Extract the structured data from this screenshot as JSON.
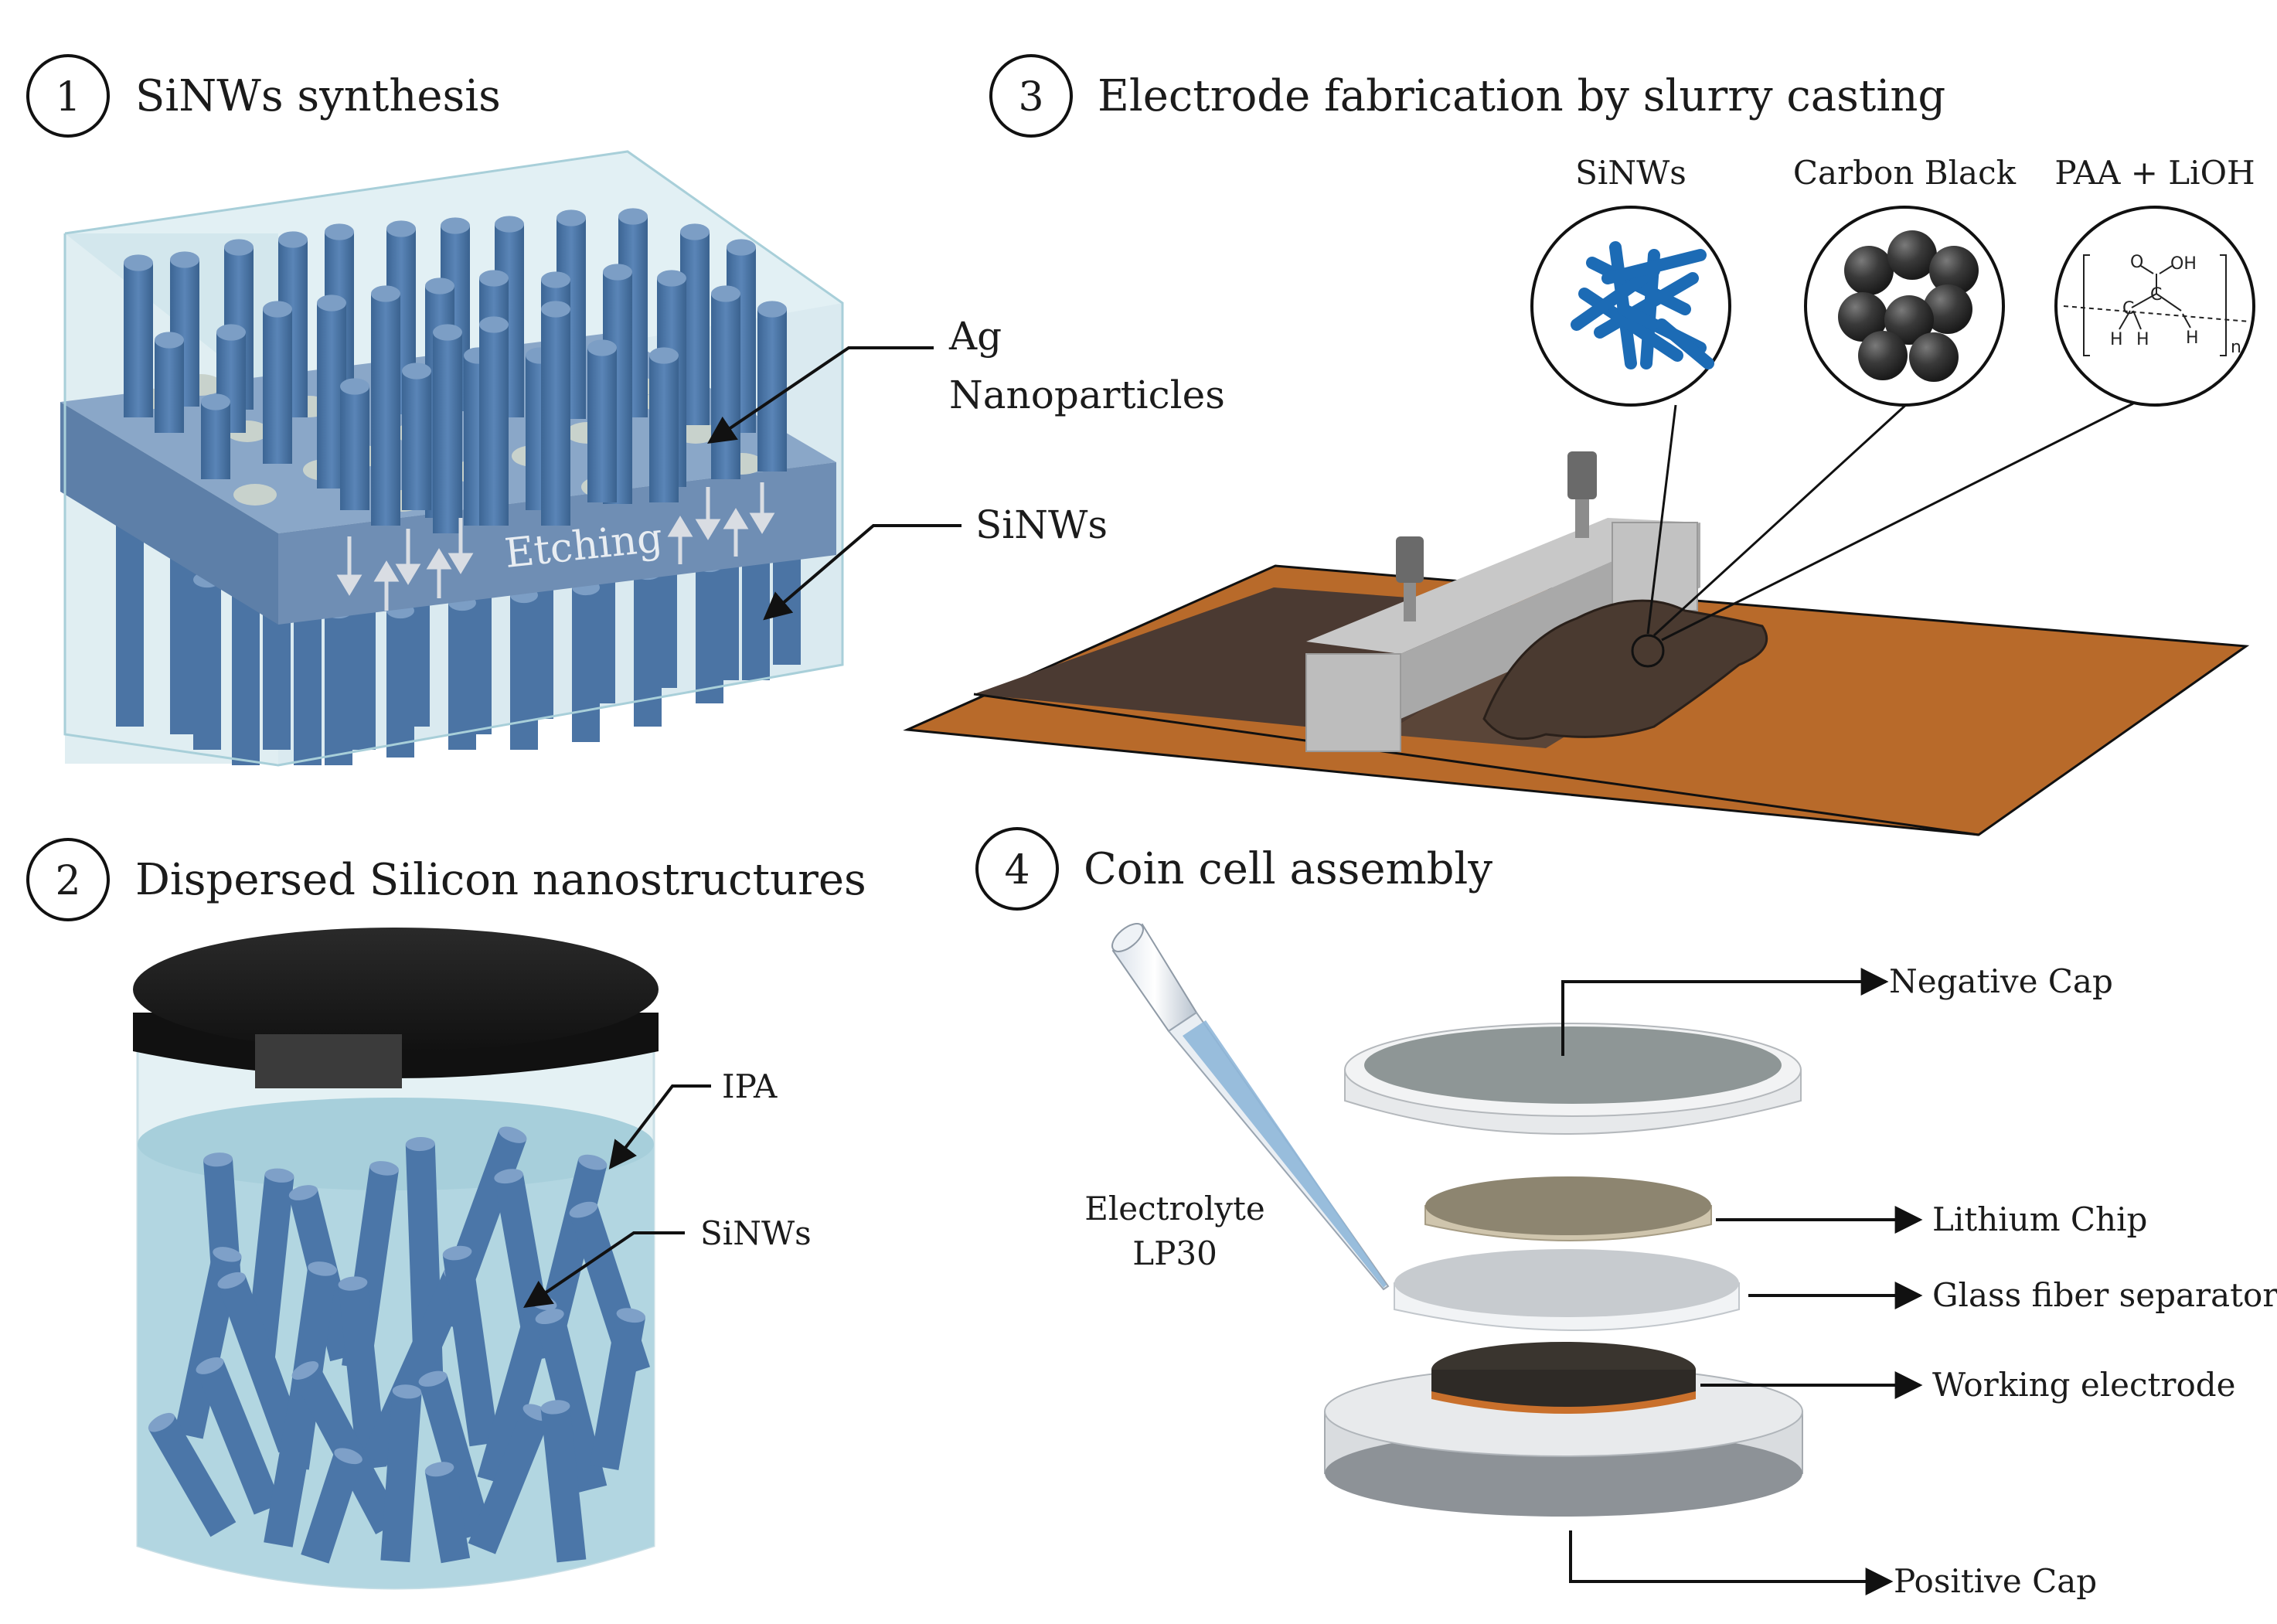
{
  "panels": {
    "p1": {
      "num": "1",
      "title": "SiNWs synthesis",
      "label_ag_1": "Ag",
      "label_ag_2": "Nanoparticles",
      "label_sinws": "SiNWs",
      "etching": "Etching"
    },
    "p2": {
      "num": "2",
      "title": "Dispersed Silicon nanostructures",
      "label_ipa": "IPA",
      "label_sinws": "SiNWs"
    },
    "p3": {
      "num": "3",
      "title": "Electrode fabrication by slurry casting",
      "label_sinws": "SiNWs",
      "label_carbon": "Carbon Black",
      "label_binder": "PAA + LiOH",
      "chem_o": "O",
      "chem_oh": "OH",
      "chem_c": "C",
      "chem_h": "H",
      "chem_n": "n"
    },
    "p4": {
      "num": "4",
      "title": "Coin cell assembly",
      "electrolyte_1": "Electrolyte",
      "electrolyte_2": "LP30",
      "negative_cap": "Negative Cap",
      "lithium_chip": "Lithium Chip",
      "separator": "Glass fiber separator",
      "working_electrode": "Working electrode",
      "positive_cap": "Positive Cap"
    }
  },
  "colors": {
    "nanowire": "#4a74a4",
    "block": "#6f8eb4",
    "glass": "#c9e1e8",
    "copper": "#b86a2a",
    "slurry": "#4a3a30",
    "blue_wire": "#1c6bb5"
  }
}
